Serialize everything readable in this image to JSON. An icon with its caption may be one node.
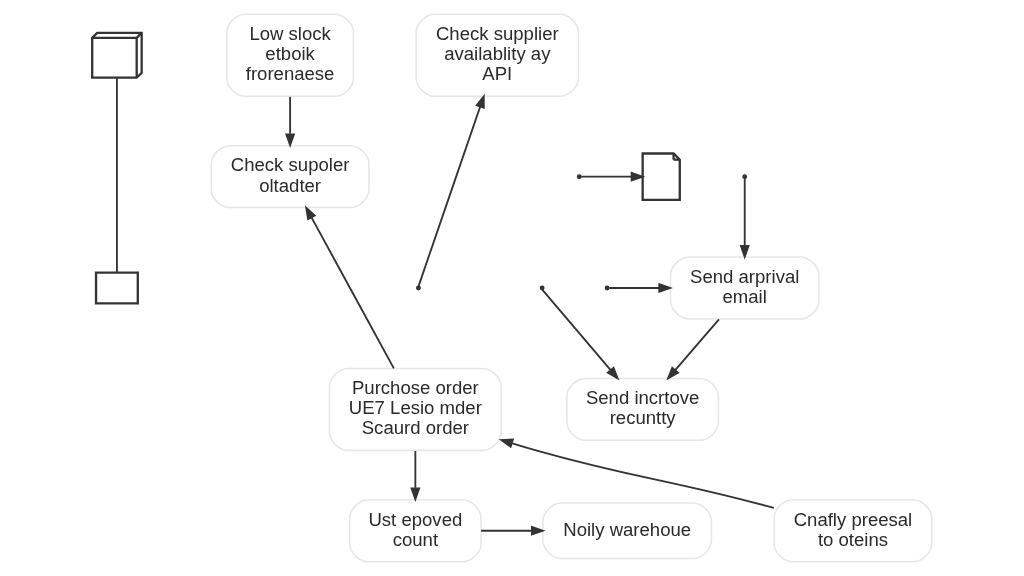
{
  "diagram": {
    "nodes": [
      {
        "text": [],
        "shape": "picture"
      },
      {
        "text": [],
        "shape": "box"
      },
      {
        "text": [
          "Low slock etboik frorenaese"
        ]
      },
      {
        "text": [
          "Check supoler oltadter"
        ]
      },
      {
        "text": [
          "Check supplier availablity ay API"
        ]
      },
      {
        "text": [],
        "shape": "picture"
      },
      {
        "text": [
          "Send arprival email"
        ]
      },
      {
        "text": [
          "Purchose order UE7 Lesio mder Scaurd order"
        ]
      },
      {
        "text": [
          "Send incrtove recuntty"
        ]
      },
      {
        "text": [
          "Cnafly preesal to oteins"
        ]
      },
      {
        "text": [
          "Ust epoved count"
        ]
      },
      {
        "text": [
          "Noily warehoue"
        ]
      }
    ],
    "edges": [
      {
        "from": 0,
        "to": 1,
        "arrow": "none"
      },
      {
        "from": 2,
        "to": 3,
        "arrow": "to"
      },
      {
        "from": 7,
        "to": 3,
        "arrow": "to"
      },
      {
        "from": null,
        "to": 4,
        "arrow": "to"
      },
      {
        "from": null,
        "to": 6,
        "arrow": "to"
      },
      {
        "from": null,
        "to": 8,
        "arrow": "to"
      },
      {
        "from": null,
        "to": 5,
        "arrow": "to"
      },
      {
        "from": null,
        "to": 6,
        "arrow": "to"
      },
      {
        "from": 6,
        "to": 8,
        "arrow": "to"
      },
      {
        "from": 9,
        "to": 7,
        "arrow": "to"
      },
      {
        "from": 7,
        "to": 10,
        "arrow": "to"
      },
      {
        "from": 10,
        "to": 11,
        "arrow": "to"
      }
    ]
  }
}
